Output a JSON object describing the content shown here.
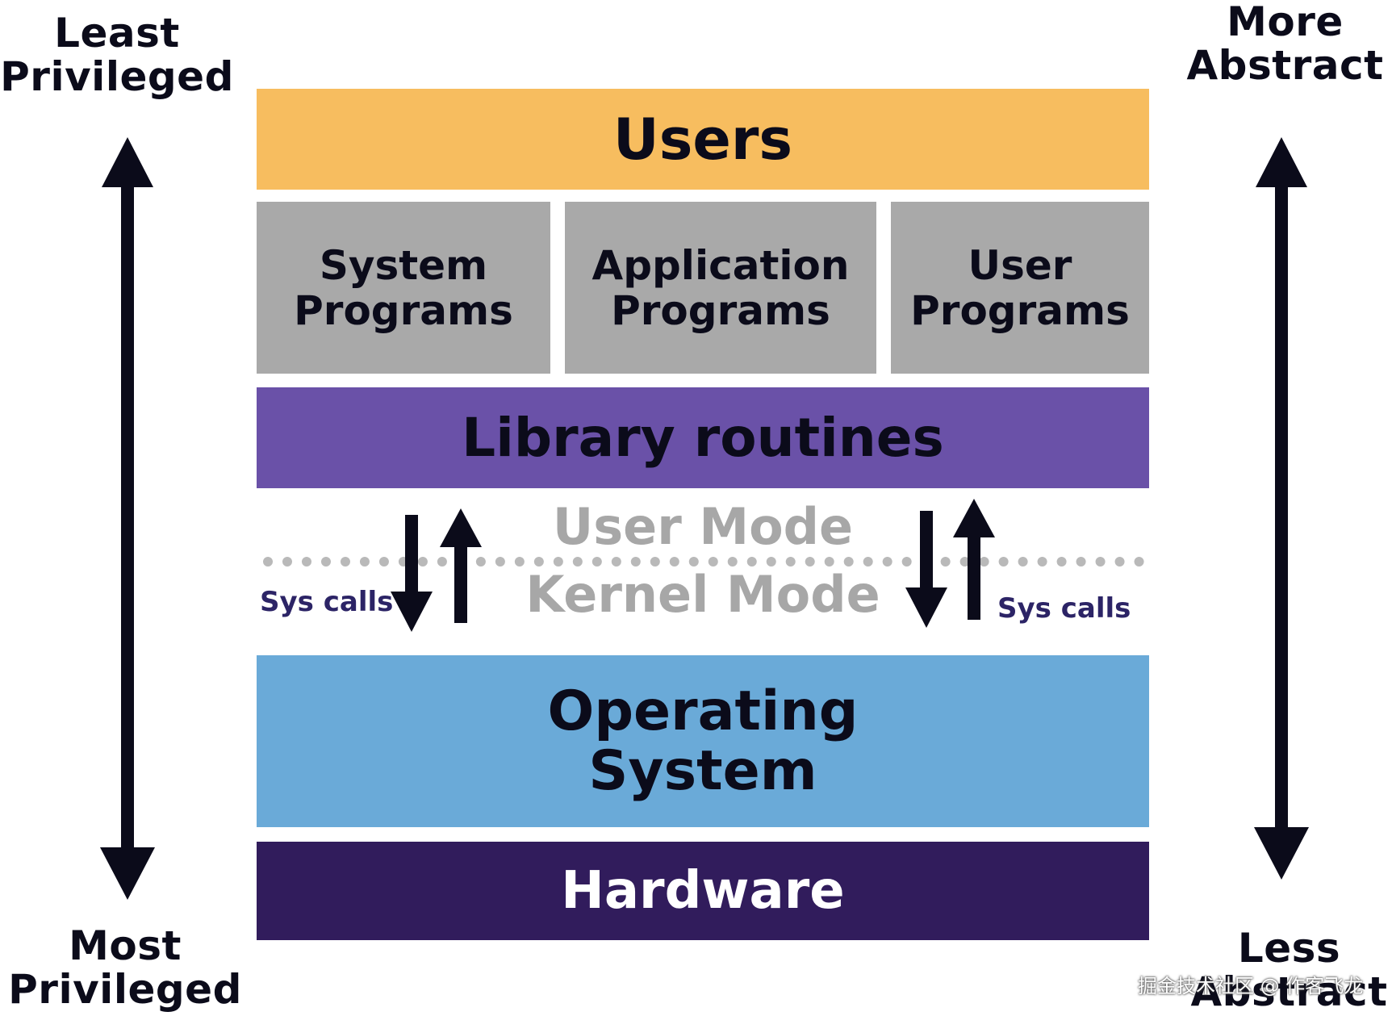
{
  "left_scale": {
    "top_label": [
      "Least",
      "Privileged"
    ],
    "bottom_label": [
      "Most",
      "Privileged"
    ]
  },
  "right_scale": {
    "top_label": [
      "More",
      "Abstract"
    ],
    "bottom_label": [
      "Less",
      "Abstract"
    ]
  },
  "layers": {
    "users": {
      "label": "Users",
      "color": "#f7bd5f"
    },
    "programs": [
      {
        "lines": [
          "System",
          "Programs"
        ],
        "color": "#a9a9a9"
      },
      {
        "lines": [
          "Application",
          "Programs"
        ],
        "color": "#a9a9a9"
      },
      {
        "lines": [
          "User",
          "Programs"
        ],
        "color": "#a9a9a9"
      }
    ],
    "library": {
      "label": "Library routines",
      "color": "#6a51a8"
    },
    "os": {
      "lines": [
        "Operating",
        "System"
      ],
      "color": "#6aaad8"
    },
    "hardware": {
      "label": "Hardware",
      "color": "#311c5c"
    }
  },
  "mode_boundary": {
    "user_mode": "User Mode",
    "kernel_mode": "Kernel Mode",
    "left_syscalls": "Sys calls",
    "right_syscalls": "Sys calls"
  },
  "watermark": "掘金技术社区 @ 作客飞龙"
}
